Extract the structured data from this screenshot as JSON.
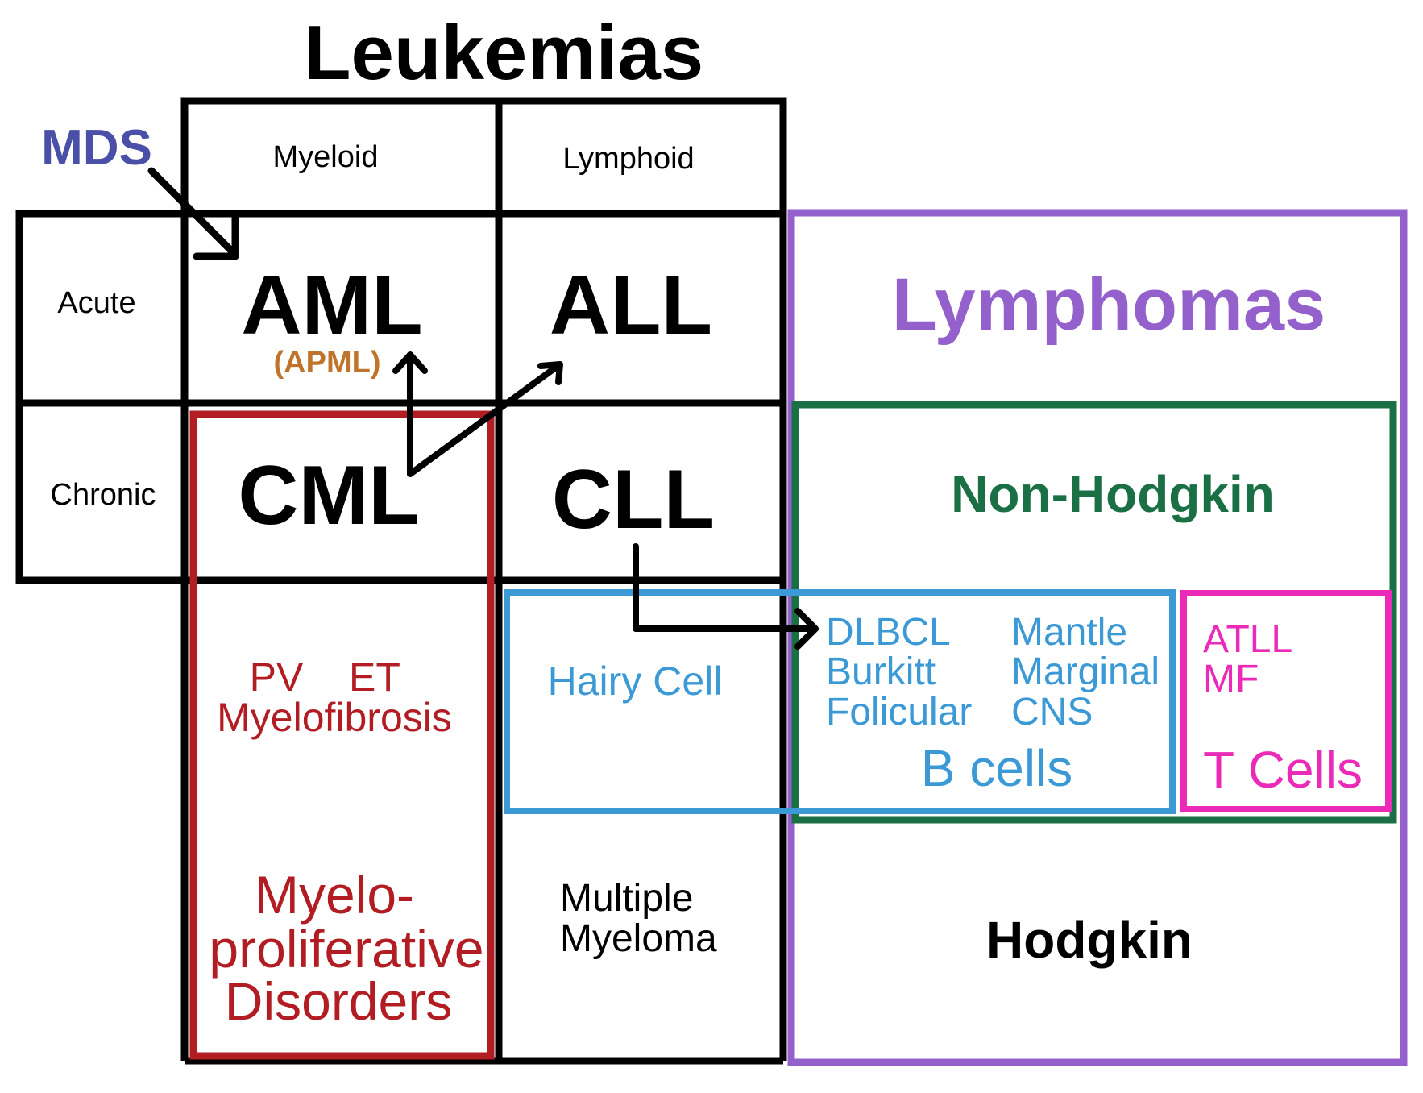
{
  "title": "Leukemias",
  "mds": "MDS",
  "columns": {
    "myeloid": "Myeloid",
    "lymphoid": "Lymphoid"
  },
  "rows": {
    "acute": "Acute",
    "chronic": "Chronic"
  },
  "cells": {
    "aml": "AML",
    "apml": "(APML)",
    "all": "ALL",
    "cml": "CML",
    "cll": "CLL"
  },
  "myeloproliferative": {
    "pv": "PV",
    "et": "ET",
    "myelofibrosis": "Myelofibrosis",
    "line1": "Myelo-",
    "line2": "proliferative",
    "line3": "Disorders"
  },
  "hairy_cell": "Hairy Cell",
  "multiple_myeloma": {
    "line1": "Multiple",
    "line2": "Myeloma"
  },
  "lymphomas": "Lymphomas",
  "non_hodgkin": "Non-Hodgkin",
  "b_cells": {
    "label": "B cells",
    "left": [
      "DLBCL",
      "Burkitt",
      "Folicular"
    ],
    "right": [
      "Mantle",
      "Marginal",
      "CNS"
    ]
  },
  "t_cells": {
    "label": "T Cells",
    "items": [
      "ATLL",
      "MF"
    ]
  },
  "hodgkin": "Hodgkin",
  "colors": {
    "black": "#000000",
    "mds": "#4a4fa8",
    "apml": "#c0732a",
    "myeloproliferative": "#b11d23",
    "lymphomas": "#9360cc",
    "non_hodgkin": "#1a7044",
    "b_cells": "#3b9ad6",
    "t_cells": "#ec2ab8"
  }
}
